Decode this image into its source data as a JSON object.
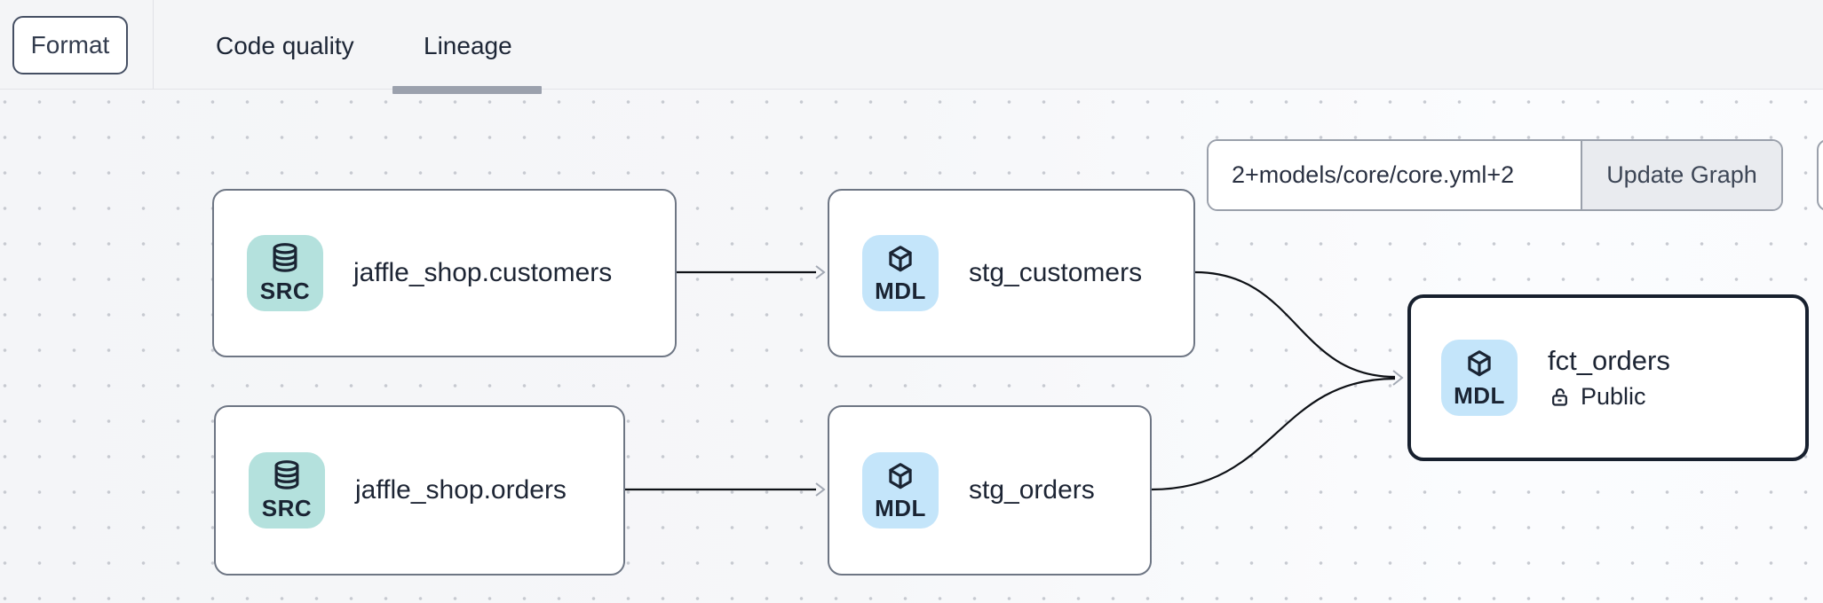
{
  "toolbar": {
    "format_button_label": "Format",
    "tabs": [
      {
        "label": "Code quality",
        "active": false
      },
      {
        "label": "Lineage",
        "active": true
      }
    ]
  },
  "controls": {
    "selector_value": "2+models/core/core.yml+2",
    "update_button_label": "Update Graph"
  },
  "graph": {
    "nodes": [
      {
        "id": "jaffle_shop.customers",
        "label": "jaffle_shop.customers",
        "badge": "SRC",
        "type": "source",
        "icon": "database-icon",
        "selected": false
      },
      {
        "id": "stg_customers",
        "label": "stg_customers",
        "badge": "MDL",
        "type": "model",
        "icon": "cube-icon",
        "selected": false
      },
      {
        "id": "jaffle_shop.orders",
        "label": "jaffle_shop.orders",
        "badge": "SRC",
        "type": "source",
        "icon": "database-icon",
        "selected": false
      },
      {
        "id": "stg_orders",
        "label": "stg_orders",
        "badge": "MDL",
        "type": "model",
        "icon": "cube-icon",
        "selected": false
      },
      {
        "id": "fct_orders",
        "label": "fct_orders",
        "badge": "MDL",
        "type": "model",
        "icon": "cube-icon",
        "access": "Public",
        "access_icon": "unlock-icon",
        "selected": true
      }
    ],
    "edges": [
      {
        "from": "jaffle_shop.customers",
        "to": "stg_customers"
      },
      {
        "from": "jaffle_shop.orders",
        "to": "stg_orders"
      },
      {
        "from": "stg_customers",
        "to": "fct_orders"
      },
      {
        "from": "stg_orders",
        "to": "fct_orders"
      }
    ]
  },
  "colors": {
    "source_badge": "#b4e1dd",
    "model_badge": "#c4e5fa",
    "node_border": "#6e7684",
    "selected_node_border": "#17202e",
    "edge": "#0e1116",
    "arrowhead": "#a2a8b3",
    "active_tab_indicator": "#9ba1ad",
    "canvas_dot": "#c7cad1"
  }
}
